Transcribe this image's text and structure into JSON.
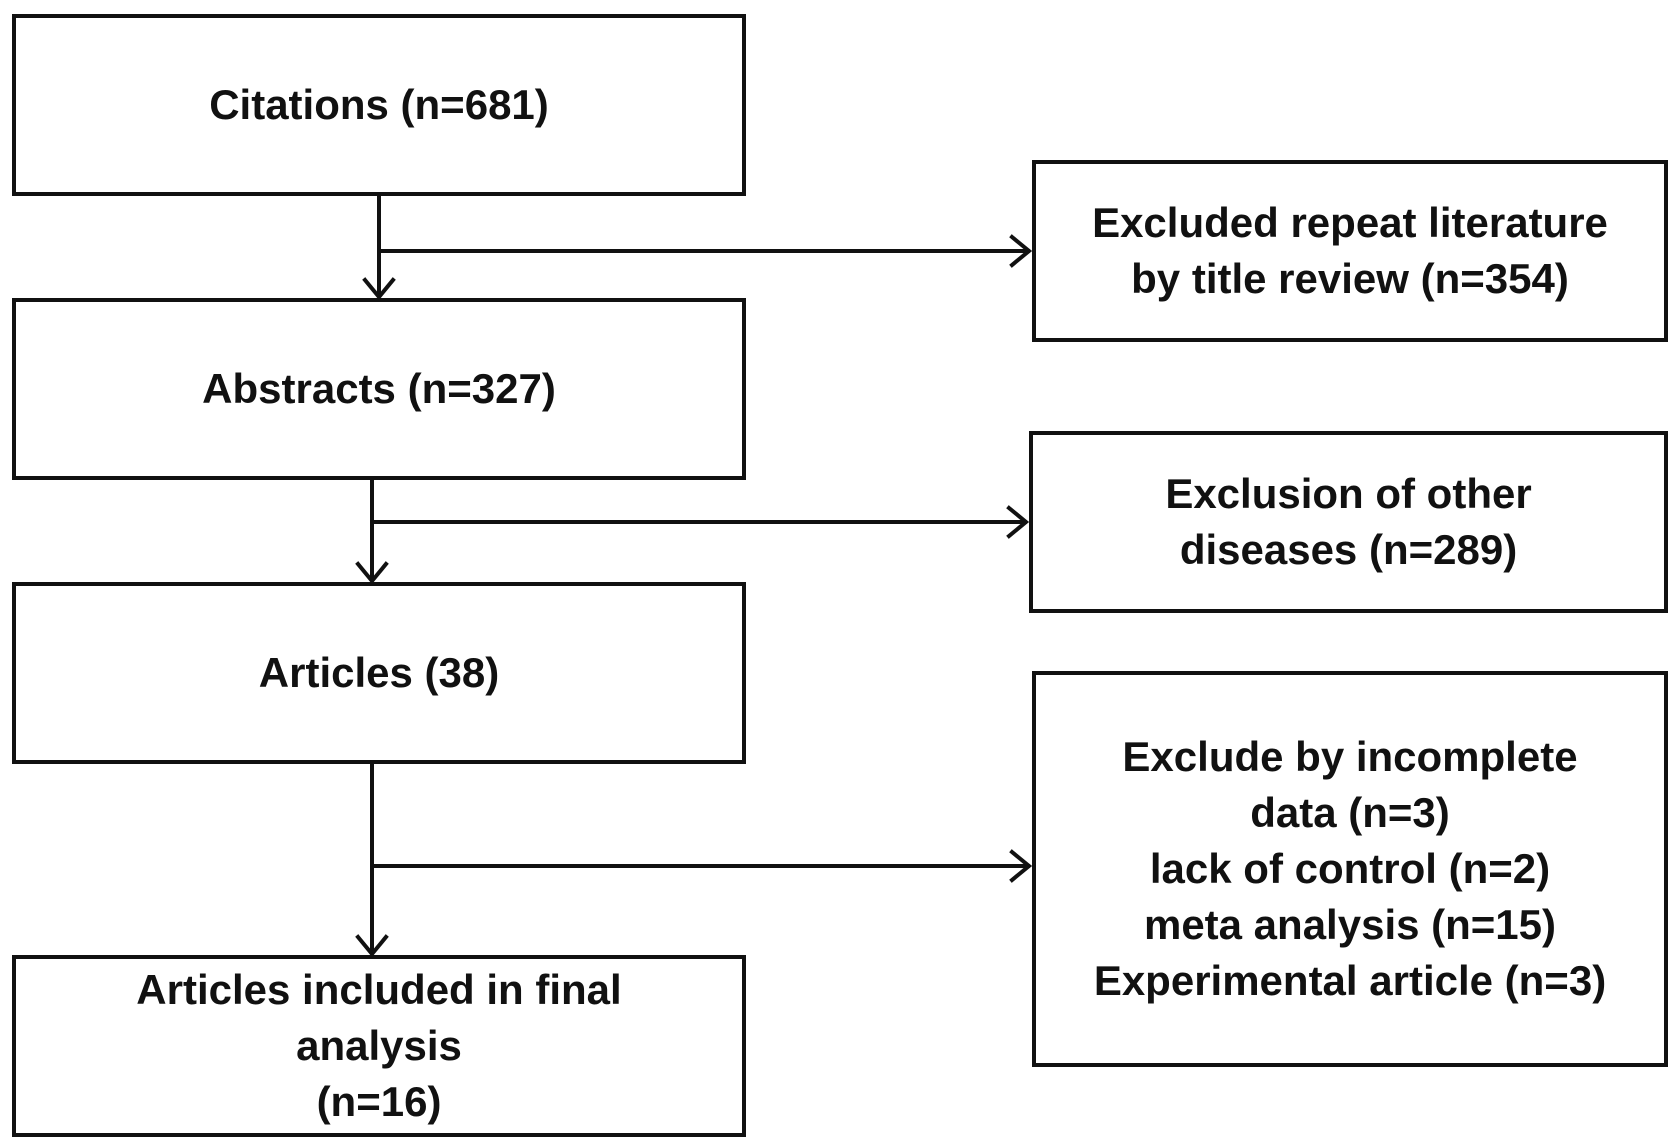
{
  "flow": {
    "citations": "Citations (n=681)",
    "abstracts": "Abstracts (n=327)",
    "articles": "Articles (38)",
    "final": [
      "Articles included in final",
      "analysis",
      "(n=16)"
    ]
  },
  "exclusions": {
    "title_review": [
      "Excluded repeat literature",
      "by title review (n=354)"
    ],
    "other_diseases": [
      "Exclusion of other",
      "diseases (n=289)"
    ],
    "other_reasons": [
      "Exclude by incomplete",
      "data (n=3)",
      "lack of control (n=2)",
      "meta analysis  (n=15)",
      "Experimental article (n=3)"
    ]
  },
  "colors": {
    "line": "#111111",
    "box_fill": "#ffffff"
  }
}
